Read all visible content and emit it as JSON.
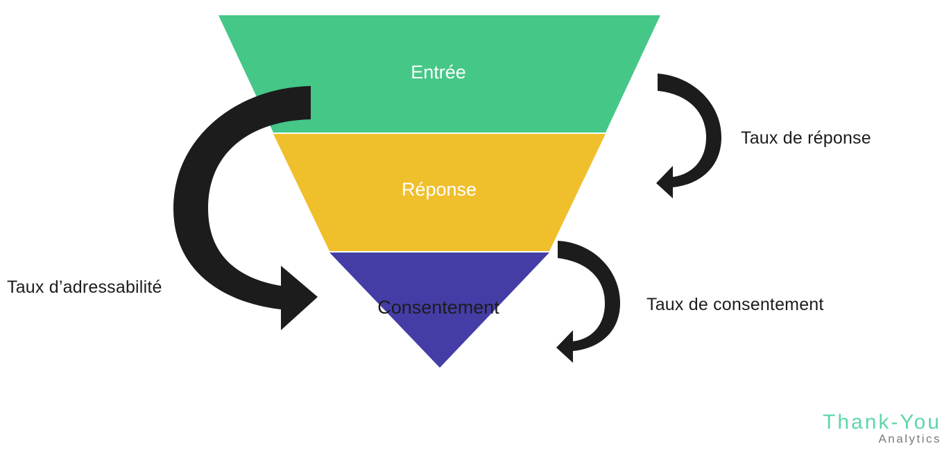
{
  "funnel": {
    "stages": [
      {
        "label": "Entrée",
        "color": "#45c787",
        "text_color": "#ffffff"
      },
      {
        "label": "Réponse",
        "color": "#f0bf2c",
        "text_color": "#ffffff"
      },
      {
        "label": "Consentement",
        "color": "#453da6",
        "text_color": "#1c1c1c"
      }
    ]
  },
  "rates": {
    "addressability": "Taux d’adressabilité",
    "response": "Taux de réponse",
    "consent": "Taux de consentement"
  },
  "arrow_color": "#1c1c1c",
  "logo": {
    "brand": "Thank-You",
    "sub": "Analytics",
    "brand_color": "#5fd6a8"
  }
}
